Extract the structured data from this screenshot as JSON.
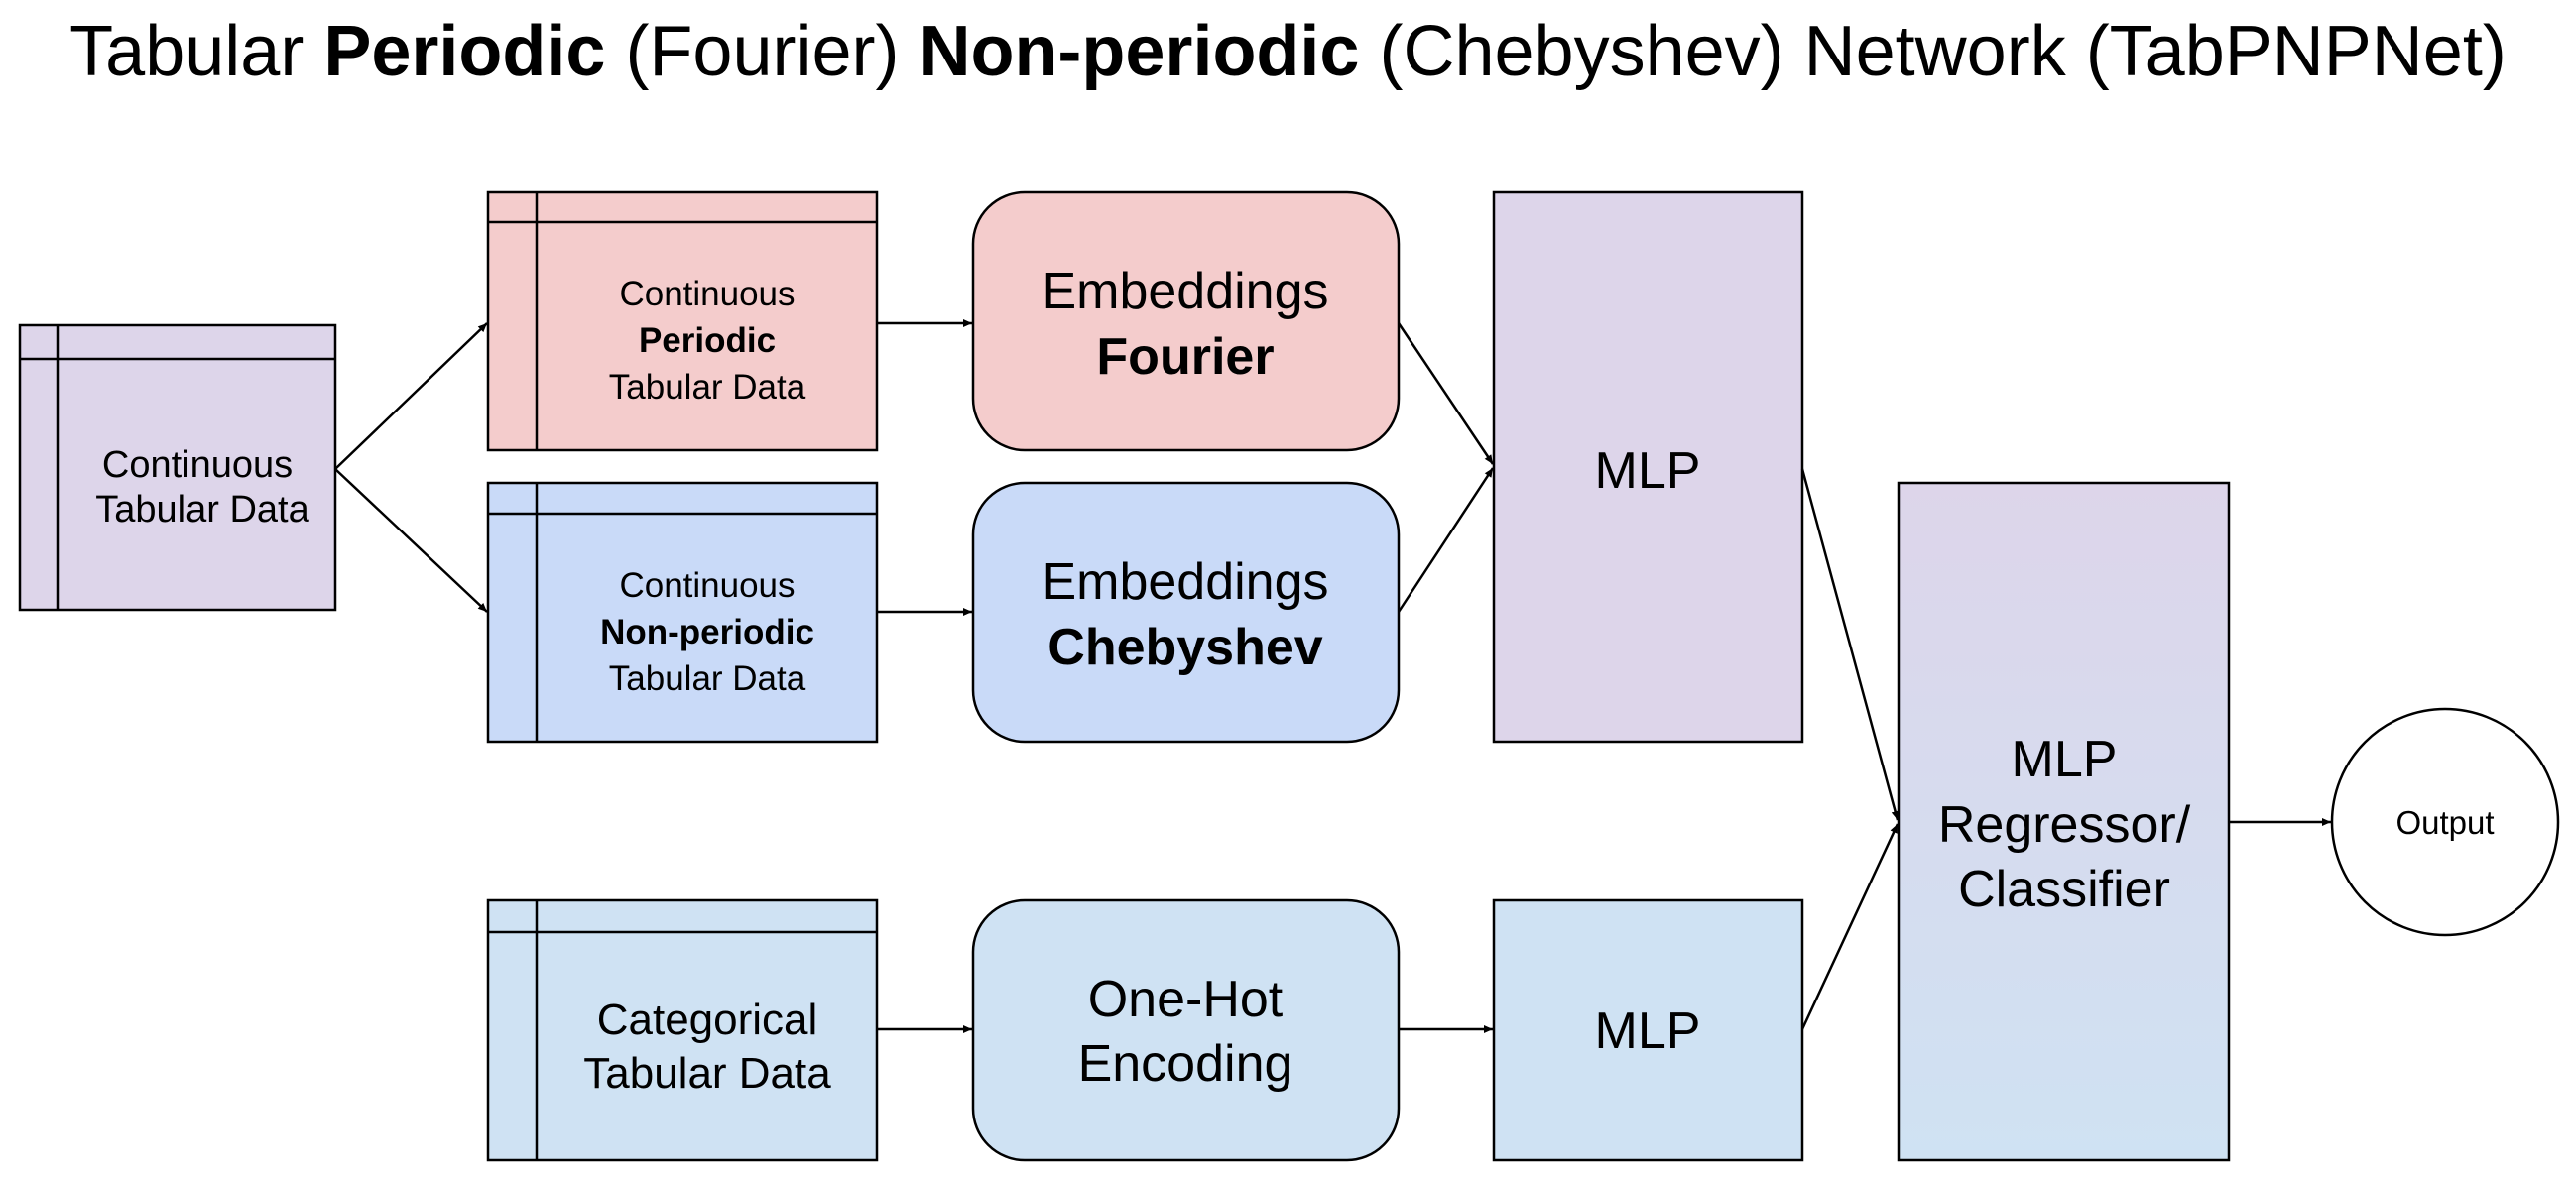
{
  "title": {
    "p1": "Tabular ",
    "p2": "Periodic",
    "p3": " (Fourier) ",
    "p4": "Non-periodic",
    "p5": " (Chebyshev) Network (TabPNPNet)"
  },
  "colors": {
    "lavender": "#ddd5ea",
    "pink": "#f4cccc",
    "blue": "#c9daf8",
    "lightblue": "#cfe2f3",
    "stroke": "#000000"
  },
  "nodes": {
    "continuous": {
      "l1": "Continuous",
      "l2": "Tabular Data"
    },
    "periodic": {
      "l1": "Continuous",
      "l2": "Periodic",
      "l3": "Tabular Data"
    },
    "nonperiodic": {
      "l1": "Continuous",
      "l2": "Non-periodic",
      "l3": "Tabular Data"
    },
    "categorical": {
      "l1": "Categorical",
      "l2": "Tabular Data"
    },
    "emb_fourier": {
      "l1": "Embeddings",
      "l2": "Fourier"
    },
    "emb_cheb": {
      "l1": "Embeddings",
      "l2": "Chebyshev"
    },
    "onehot": {
      "l1": "One-Hot",
      "l2": "Encoding"
    },
    "mlp_top": {
      "l1": "MLP"
    },
    "mlp_bottom": {
      "l1": "MLP"
    },
    "mlp_final": {
      "l1": "MLP",
      "l2": "Regressor/",
      "l3": "Classifier"
    },
    "output": {
      "l1": "Output"
    }
  }
}
